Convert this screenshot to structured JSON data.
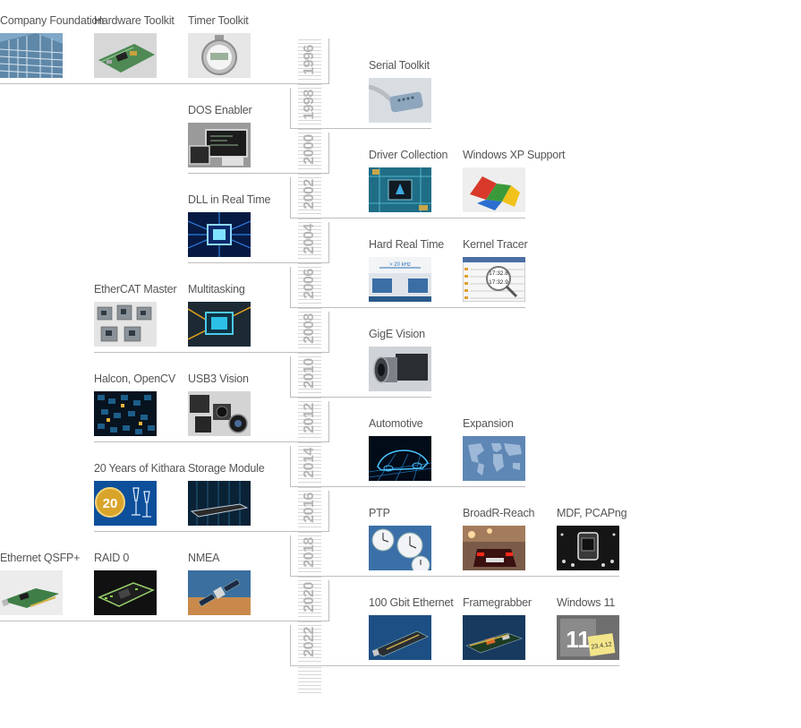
{
  "years": [
    "1996",
    "1998",
    "2000",
    "2002",
    "2004",
    "2006",
    "2008",
    "2010",
    "2012",
    "2014",
    "2016",
    "2018",
    "2020",
    "2022"
  ],
  "milestones": [
    {
      "label": "Company Foundation",
      "icon": "building-photo"
    },
    {
      "label": "Hardware Toolkit",
      "icon": "circuit-board-photo"
    },
    {
      "label": "Timer Toolkit",
      "icon": "stopwatch-photo"
    },
    {
      "label": "Serial Toolkit",
      "icon": "serial-connector-photo"
    },
    {
      "label": "DOS Enabler",
      "icon": "terminal-screen-photo"
    },
    {
      "label": "Driver Collection",
      "icon": "chip-board-photo"
    },
    {
      "label": "Windows XP Support",
      "icon": "windows-logo-photo"
    },
    {
      "label": "DLL in Real Time",
      "icon": "glowing-chip-photo"
    },
    {
      "label": "Hard Real Time",
      "icon": "frequency-diagram-photo"
    },
    {
      "label": "Kernel Tracer",
      "icon": "trace-window-photo"
    },
    {
      "label": "EtherCAT Master",
      "icon": "ethercat-modules-photo"
    },
    {
      "label": "Multitasking",
      "icon": "multicore-chip-photo"
    },
    {
      "label": "GigE Vision",
      "icon": "industrial-camera-photo"
    },
    {
      "label": "Halcon, OpenCV",
      "icon": "pixel-grid-photo"
    },
    {
      "label": "USB3 Vision",
      "icon": "usb-cameras-photo"
    },
    {
      "label": "Automotive",
      "icon": "wireframe-car-photo"
    },
    {
      "label": "Expansion",
      "icon": "world-map-photo"
    },
    {
      "label": "20 Years of Kithara",
      "icon": "anniversary-badge-photo"
    },
    {
      "label": "Storage Module",
      "icon": "ssd-module-photo"
    },
    {
      "label": "PTP",
      "icon": "clocks-photo"
    },
    {
      "label": "BroadR-Reach",
      "icon": "car-taillights-photo"
    },
    {
      "label": "MDF, PCAPng",
      "icon": "data-logger-photo"
    },
    {
      "label": "Ethernet QSFP+",
      "icon": "network-card-photo"
    },
    {
      "label": "RAID 0",
      "icon": "raid-card-photo"
    },
    {
      "label": "NMEA",
      "icon": "satellite-photo"
    },
    {
      "label": "100 Gbit Ethernet",
      "icon": "qsfp-card-photo"
    },
    {
      "label": "Framegrabber",
      "icon": "framegrabber-card-photo"
    },
    {
      "label": "Windows 11",
      "icon": "windows-11-note-photo"
    }
  ],
  "thumb_text": {
    "hard_real_time_rate": "> 20 kHz",
    "kernel_tracer_times": [
      "17:32.8",
      "17:32.9"
    ],
    "anniversary_number": "20",
    "windows_11_number": "11",
    "windows_11_date": "23.4.12"
  },
  "colors": {
    "line": "#bdbdbd",
    "year_text": "#b5b5b5",
    "label_text": "#555555"
  }
}
